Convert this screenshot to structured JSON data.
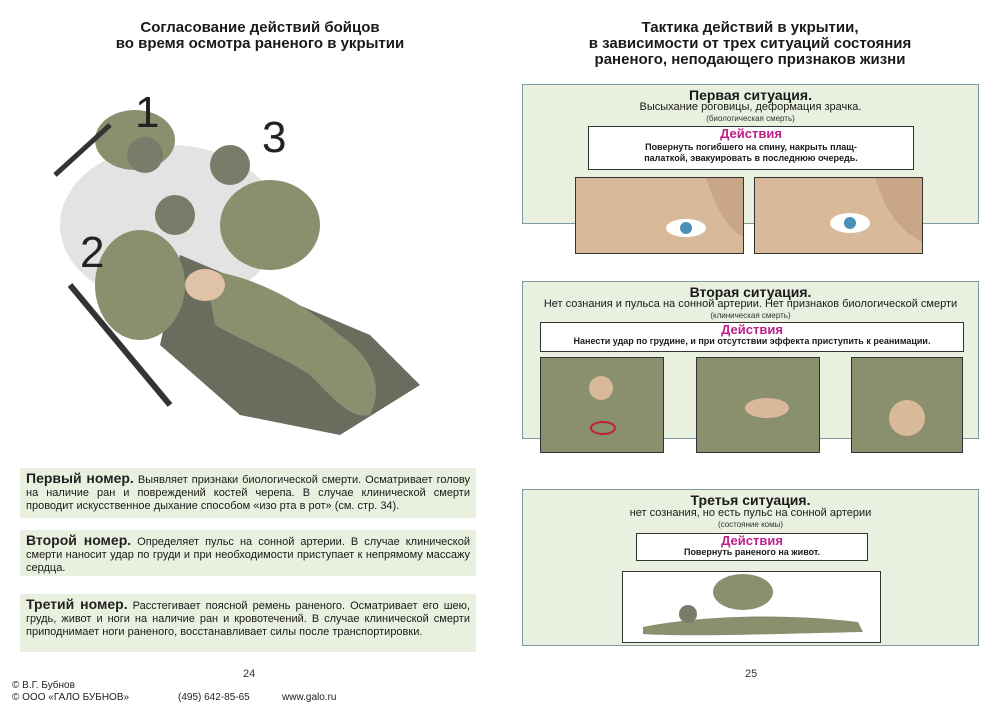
{
  "left": {
    "title_line1": "Согласование действий бойцов",
    "title_line2": "во время осмотра раненого в укрытии",
    "labels": [
      "1",
      "2",
      "3"
    ],
    "first": {
      "heading": "Первый номер.",
      "text": " Выявляет признаки биологической смерти. Осматривает голову на наличие ран и повреждений костей черепа. В случае клинической смерти проводит искусственное дыхание способом «изо рта в рот» (см. стр. 34)."
    },
    "second": {
      "heading": "Второй номер.",
      "text": " Определяет пульс на сонной артерии. В случае клинической смерти наносит удар по груди и при необходимости приступает к непрямому массажу сердца."
    },
    "third": {
      "heading": "Третий номер.",
      "text": " Расстегивает поясной ремень раненого. Осматривает его шею, грудь, живот и ноги на наличие ран и кровотечений. В случае клинической смерти приподнимает ноги раненого, восстанавливает силы после транспортировки."
    },
    "page_number": "24"
  },
  "right": {
    "title_line1": "Тактика действий в укрытии,",
    "title_line2": "в зависимости от трех ситуаций состояния",
    "title_line3": "раненого, неподающего признаков жизни",
    "situations": [
      {
        "title": "Первая ситуация.",
        "subtitle": "Высыхание роговицы, деформация зрачка.",
        "note": "(биологическая смерть)",
        "action_header": "Действия",
        "action_text": "Повернуть погибшего на спину, накрыть плащ-палаткой, эвакуировать в последнюю очередь."
      },
      {
        "title": "Вторая ситуация.",
        "subtitle": "Нет сознания и пульса на сонной артерии. Нет признаков биологической смерти",
        "note": "(клиническая смерть)",
        "action_header": "Действия",
        "action_text": "Нанести удар по грудине, и при отсутствии эффекта приступить к реанимации."
      },
      {
        "title": "Третья ситуация.",
        "subtitle": "нет сознания, но есть пульс на сонной артерии",
        "note": "(состояние комы)",
        "action_header": "Действия",
        "action_text": "Повернуть раненого на живот."
      }
    ],
    "page_number": "25"
  },
  "footer": {
    "author": "© В.Г. Бубнов",
    "company": "© ООО «ГАЛО БУБНОВ»",
    "phone": "(495) 642-85-65",
    "site": "www.galo.ru"
  },
  "colors": {
    "panel": "#e9f0e0",
    "accent": "#c0208a",
    "camo": "#8a8f6e"
  }
}
